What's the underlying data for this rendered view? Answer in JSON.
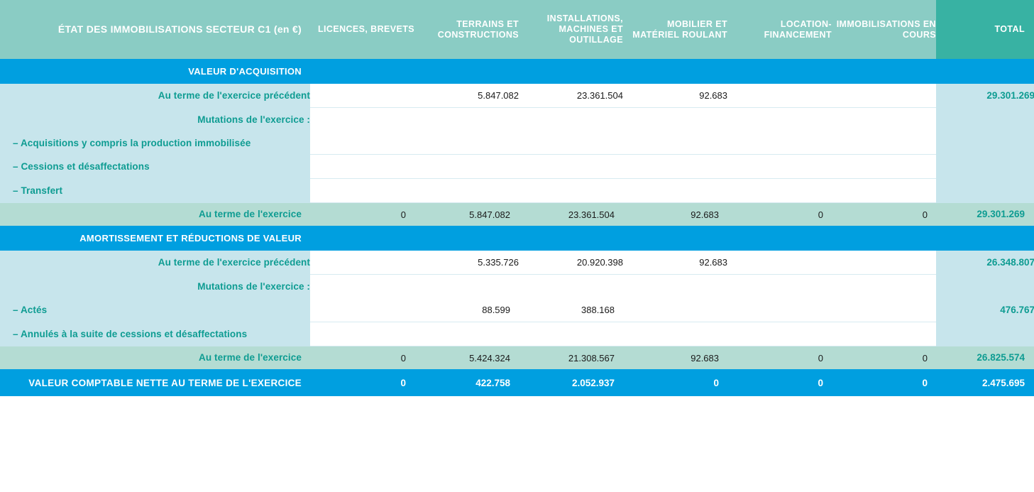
{
  "table": {
    "header": {
      "title": "ÉTAT DES IMMOBILISATIONS SECTEUR C1 (en €)",
      "columns": [
        "LICENCES, BREVETS",
        "TERRAINS ET CONSTRUCTIONS",
        "INSTALLATIONS, MACHINES ET OUTILLAGE",
        "MOBILIER ET MATÉRIEL ROULANT",
        "LOCATION-FINANCEMENT",
        "IMMOBILISATIONS EN COURS"
      ],
      "total": "TOTAL"
    },
    "sections": [
      {
        "band": "VALEUR D'ACQUISITION",
        "rows": [
          {
            "label": "Au terme de l'exercice précédent",
            "values": [
              "",
              "5.847.082",
              "23.361.504",
              "92.683",
              "",
              ""
            ],
            "total": "29.301.269"
          },
          {
            "label": "Mutations de l'exercice :",
            "values": [
              "",
              "",
              "",
              "",
              "",
              ""
            ],
            "total": ""
          },
          {
            "label": "– Acquisitions y compris la production immobilisée",
            "values": [
              "",
              "",
              "",
              "",
              "",
              ""
            ],
            "total": ""
          },
          {
            "label": "– Cessions et désaffectations",
            "values": [
              "",
              "",
              "",
              "",
              "",
              ""
            ],
            "total": ""
          },
          {
            "label": "– Transfert",
            "values": [
              "",
              "",
              "",
              "",
              "",
              ""
            ],
            "total": ""
          }
        ],
        "subtotal": {
          "label": "Au terme de l'exercice",
          "values": [
            "0",
            "5.847.082",
            "23.361.504",
            "92.683",
            "0",
            "0"
          ],
          "total": "29.301.269"
        }
      },
      {
        "band": "AMORTISSEMENT ET RÉDUCTIONS DE VALEUR",
        "rows": [
          {
            "label": "Au terme de l'exercice précédent",
            "values": [
              "",
              "5.335.726",
              "20.920.398",
              "92.683",
              "",
              ""
            ],
            "total": "26.348.807"
          },
          {
            "label": "Mutations de l'exercice :",
            "values": [
              "",
              "",
              "",
              "",
              "",
              ""
            ],
            "total": ""
          },
          {
            "label": "– Actés",
            "values": [
              "",
              "88.599",
              "388.168",
              "",
              "",
              ""
            ],
            "total": "476.767"
          },
          {
            "label": "– Annulés à la suite de cessions et désaffectations",
            "values": [
              "",
              "",
              "",
              "",
              "",
              ""
            ],
            "total": ""
          }
        ],
        "subtotal": {
          "label": "Au terme de l'exercice",
          "values": [
            "0",
            "5.424.324",
            "21.308.567",
            "92.683",
            "0",
            "0"
          ],
          "total": "26.825.574"
        }
      }
    ],
    "net_row": {
      "label": "VALEUR COMPTABLE NETTE AU TERME DE L'EXERCICE",
      "values": [
        "0",
        "422.758",
        "2.052.937",
        "0",
        "0",
        "0"
      ],
      "total": "2.475.695"
    }
  },
  "colors": {
    "header_light_teal": "#8ACCC4",
    "header_total_teal": "#38B2A3",
    "band_blue": "#009FE0",
    "label_light_blue": "#C7E5EC",
    "subtotal_green": "#B4DCD3",
    "teal_text": "#0E9C92",
    "white": "#FFFFFF"
  }
}
